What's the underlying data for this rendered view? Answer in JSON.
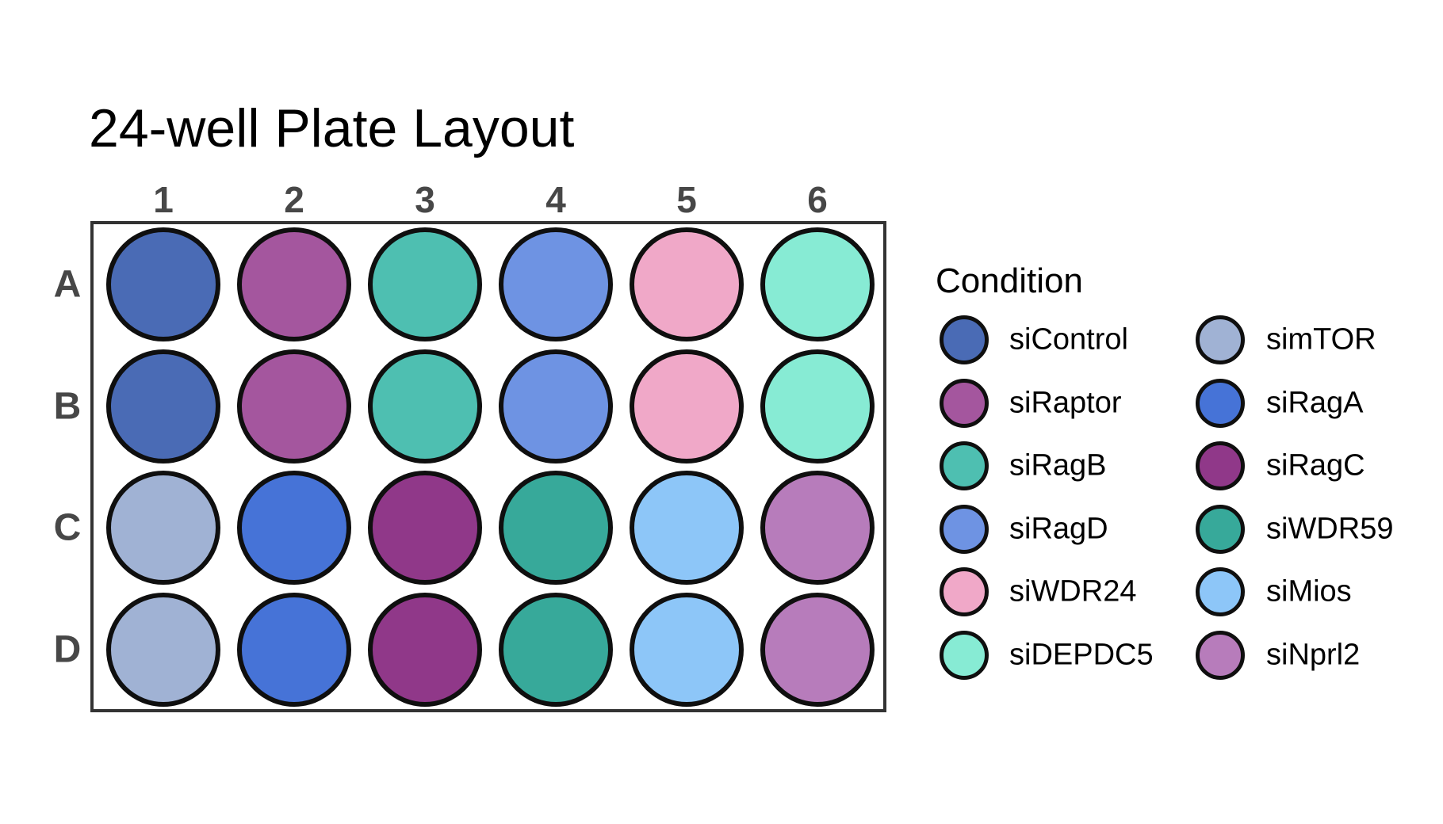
{
  "chart_data": {
    "type": "plate-map",
    "title": "24-well Plate Layout",
    "rows": [
      "A",
      "B",
      "C",
      "D"
    ],
    "columns": [
      "1",
      "2",
      "3",
      "4",
      "5",
      "6"
    ],
    "wells": [
      [
        "siControl",
        "siRaptor",
        "siRagB",
        "siRagD",
        "siWDR24",
        "siDEPDC5"
      ],
      [
        "siControl",
        "siRaptor",
        "siRagB",
        "siRagD",
        "siWDR24",
        "siDEPDC5"
      ],
      [
        "simTOR",
        "siRagA",
        "siRagC",
        "siWDR59",
        "siMios",
        "siNprl2"
      ],
      [
        "simTOR",
        "siRagA",
        "siRagC",
        "siWDR59",
        "siMios",
        "siNprl2"
      ]
    ],
    "condition_colors": {
      "siControl": "#4A6BB5",
      "siRaptor": "#A4569E",
      "siRagB": "#4EBFB1",
      "siRagD": "#6E93E3",
      "siWDR24": "#F0A8C8",
      "siDEPDC5": "#87EBD4",
      "simTOR": "#A0B2D4",
      "siRagA": "#4673D7",
      "siRagC": "#903889",
      "siWDR59": "#37A99A",
      "siMios": "#8DC6F8",
      "siNprl2": "#B77CBB"
    },
    "legend_title": "Condition",
    "legend_position": "right",
    "legend_columns": [
      [
        "siControl",
        "siRaptor",
        "siRagB",
        "siRagD",
        "siWDR24",
        "siDEPDC5"
      ],
      [
        "simTOR",
        "siRagA",
        "siRagC",
        "siWDR59",
        "siMios",
        "siNprl2"
      ]
    ],
    "well_outline_color": "#0F0F0F",
    "plate_border_color": "#333333",
    "axis_label_color": "#474747",
    "grid": false
  }
}
